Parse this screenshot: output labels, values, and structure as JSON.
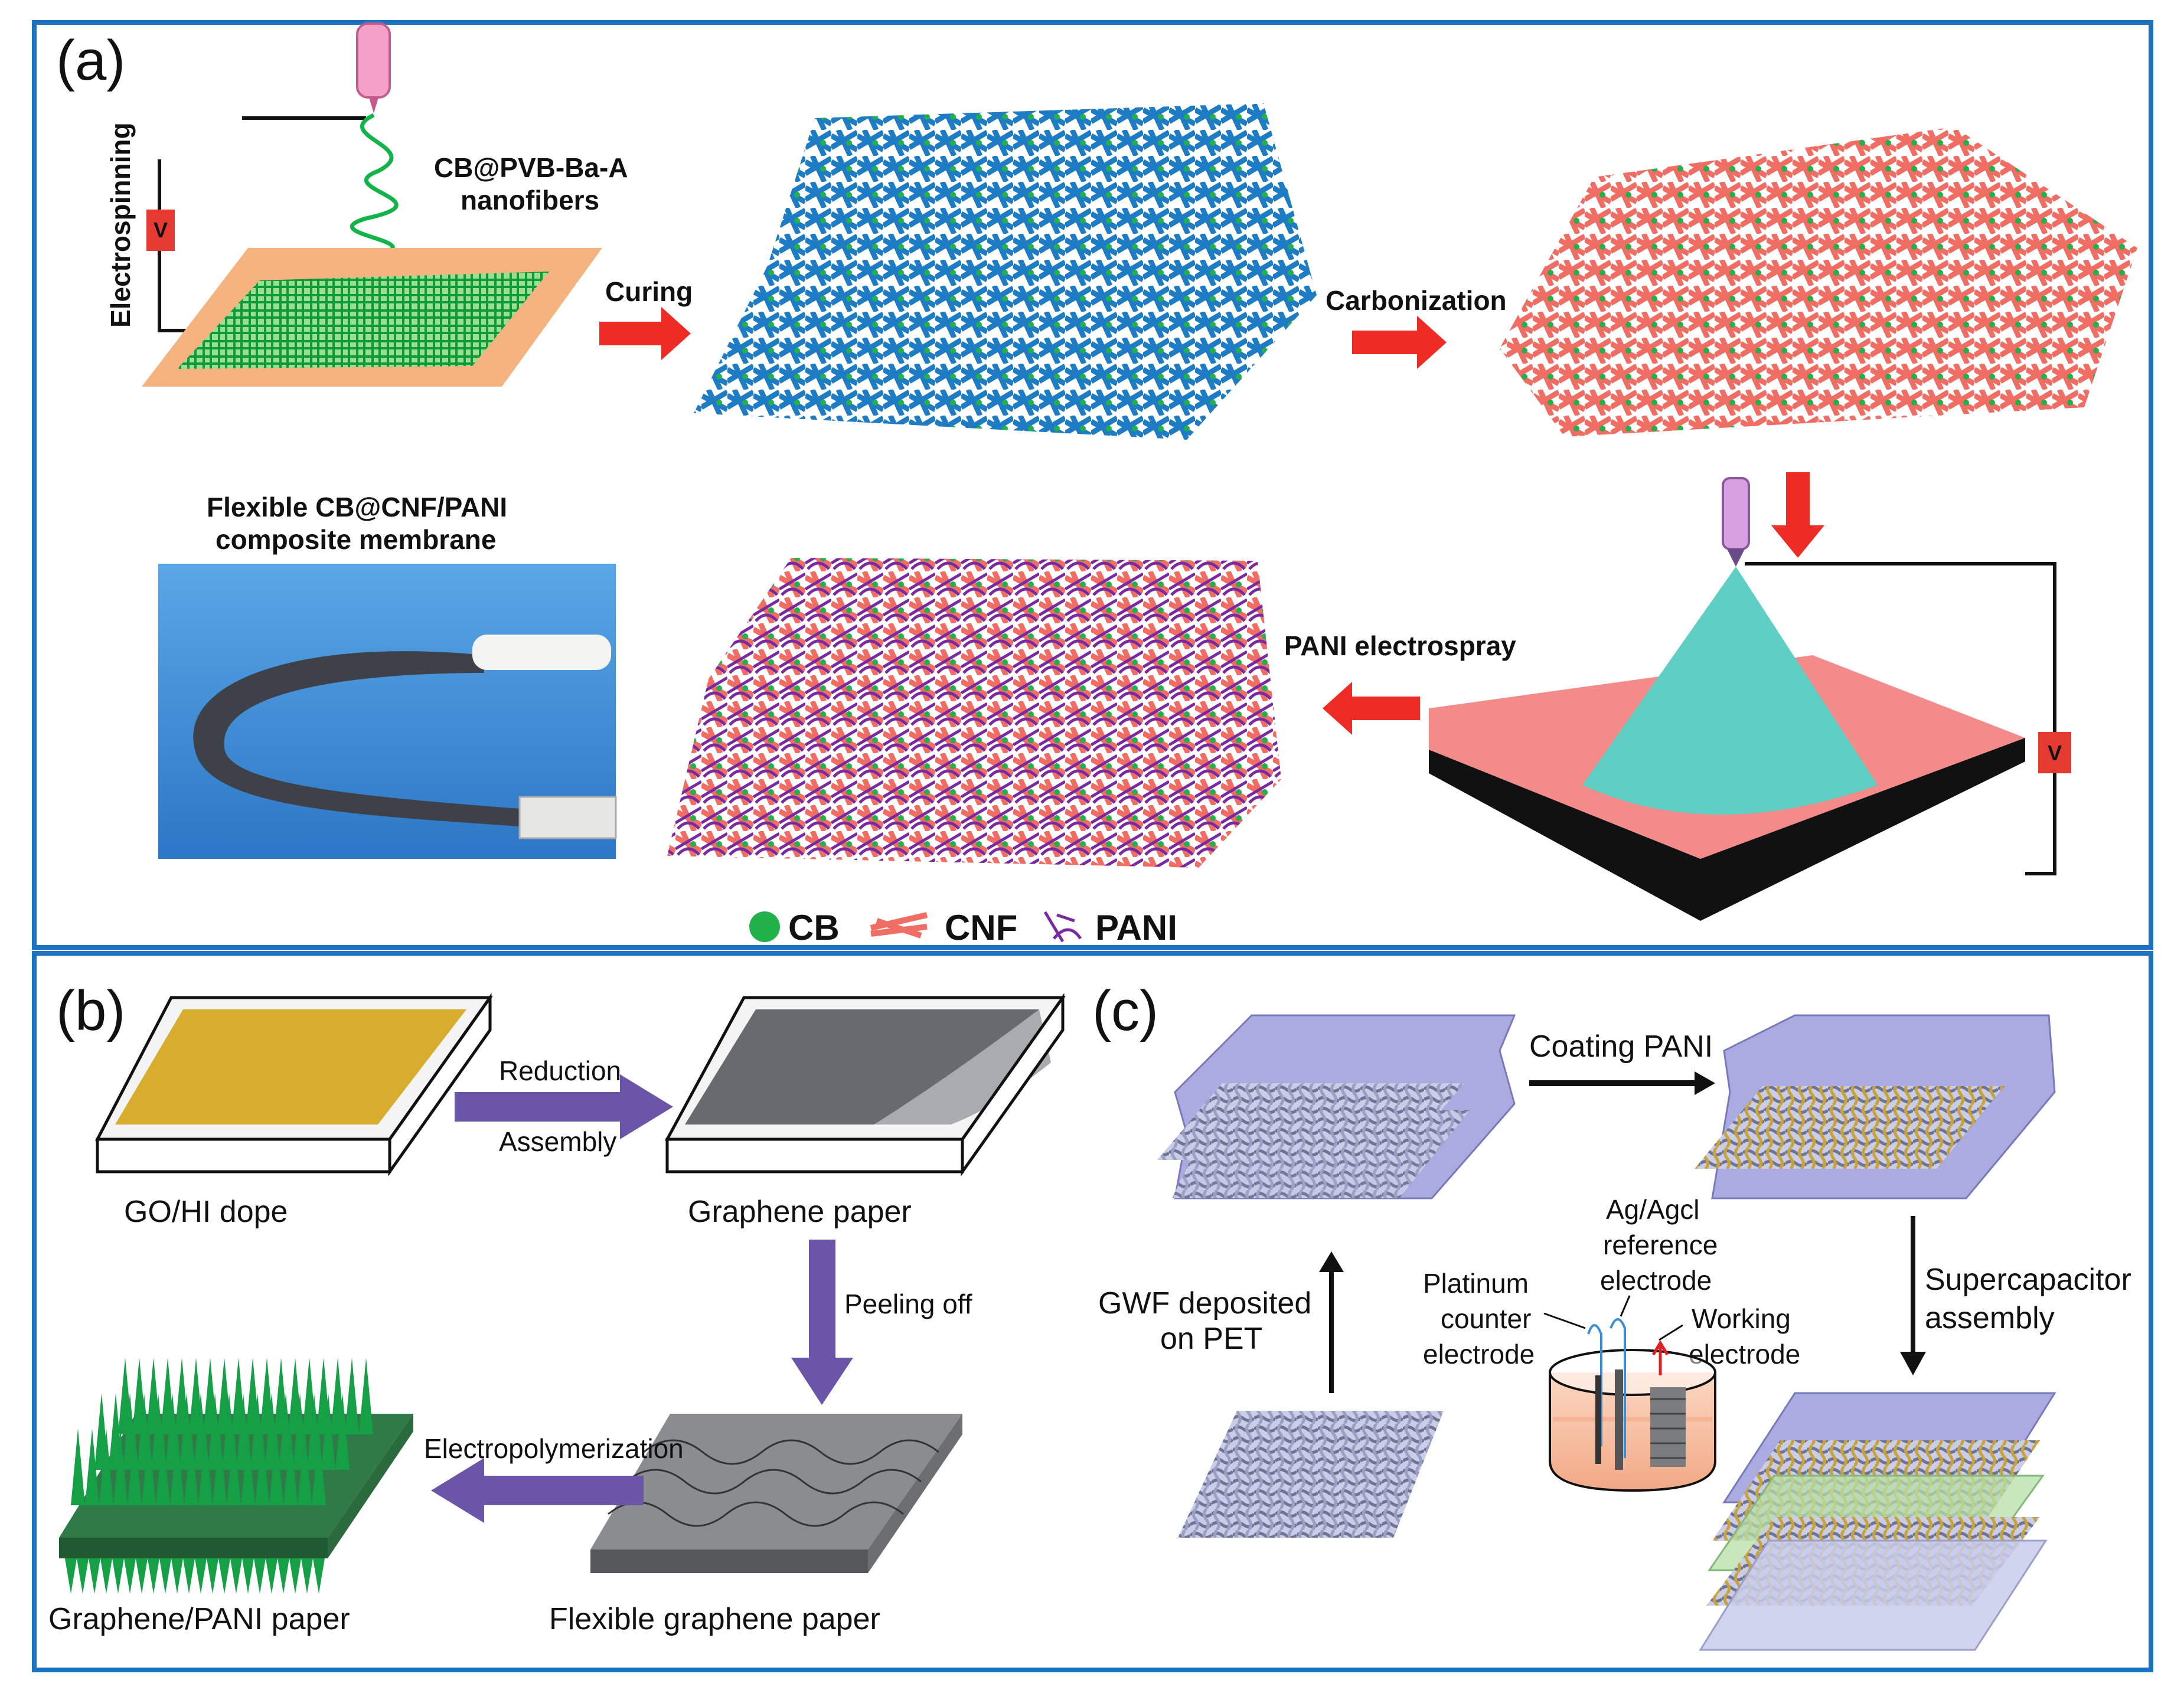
{
  "panels": {
    "a": {
      "label": "(a)",
      "electrospinning": "Electrospinning",
      "voltage": "V",
      "nanofibers_line1": "CB@PVB-Ba-A",
      "nanofibers_line2": "nanofibers",
      "curing": "Curing",
      "carbonization": "Carbonization",
      "membrane_line1": "Flexible CB@CNF/PANI",
      "membrane_line2": "composite membrane",
      "electrospray": "PANI electrospray",
      "voltage2": "V",
      "legend": [
        "CB",
        "CNF",
        "PANI"
      ]
    },
    "b": {
      "label": "(b)",
      "reduction": "Reduction",
      "assembly": "Assembly",
      "go_hi_dope": "GO/HI dope",
      "graphene_paper": "Graphene paper",
      "peeling_off": "Peeling off",
      "electropolymerization": "Electropolymerization",
      "graphene_pani_paper": "Graphene/PANI paper",
      "flexible_graphene_paper": "Flexible graphene paper"
    },
    "c": {
      "label": "(c)",
      "coating_pani": "Coating PANI",
      "gwf_line1": "GWF deposited",
      "gwf_line2": "on PET",
      "ref_line1": "Ag/Agcl",
      "ref_line2": "reference",
      "ref_line3": "electrode",
      "pt_line1": "Platinum",
      "pt_line2": "counter",
      "pt_line3": "electrode",
      "we_line1": "Working",
      "we_line2": "electrode",
      "sc_line1": "Supercapacitor",
      "sc_line2": "assembly"
    }
  },
  "colors": {
    "frame": "#1a73c0",
    "arrow_red": "#ee2b24",
    "arrow_purple": "#6b55a8",
    "fiber_blue": "#1e7cc4",
    "fiber_red": "#f06d64",
    "fiber_green": "#22b04b",
    "pani_purple": "#7a2aa0",
    "cone": "#5fcfc4"
  }
}
